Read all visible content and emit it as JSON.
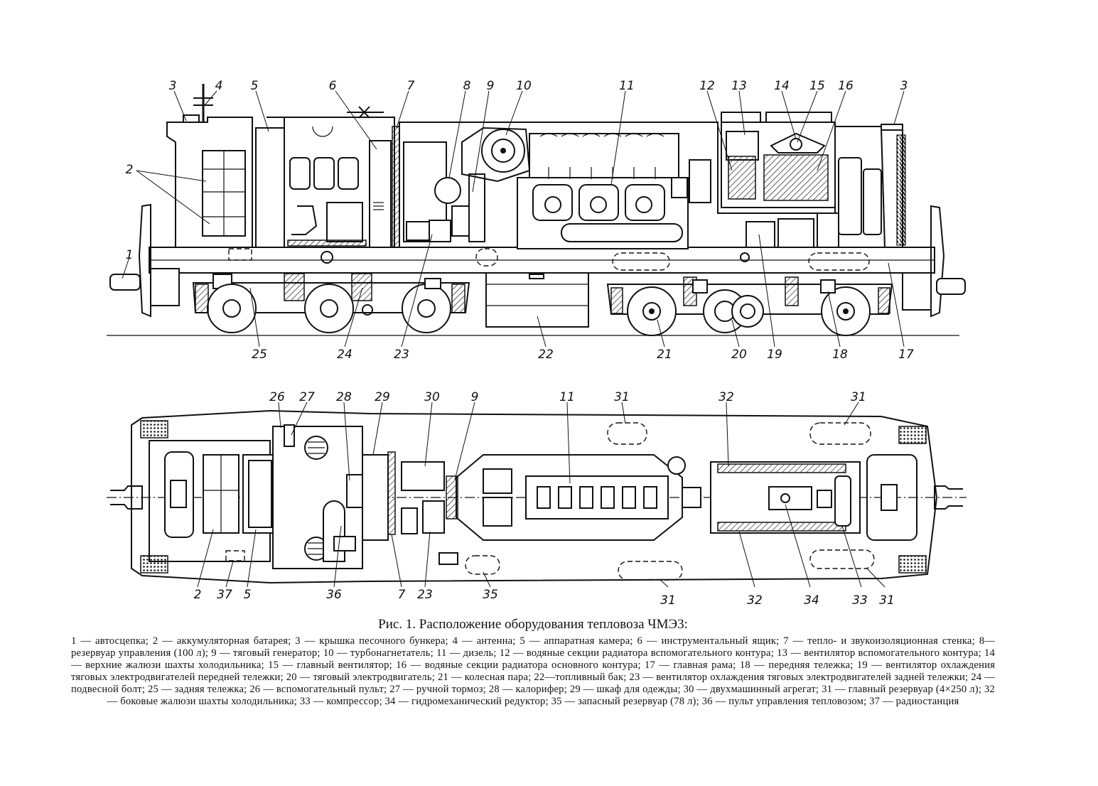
{
  "caption": {
    "title": "Рис. 1. Расположение оборудования тепловоза ЧМЭ3:",
    "text": "1 — автосцепка; 2 — аккумуляторная батарея; 3 — крышка песочного бункера; 4 — антенна; 5 — аппаратная камера; 6 — инструментальный ящик; 7 — тепло- и звукоизоляционная стенка; 8—резервуар управления (100 л); 9 — тяговый генератор; 10 — турбонагнетатель; 11 — дизель; 12 — водяные секции радиатора вспомогательного контура; 13 — вентилятор вспомогательного контура; 14 — верхние жалюзи шахты холодильника; 15 — главный вентилятор; 16 — водяные секции радиатора основного контура; 17 — главная рама; 18 — передняя тележка; 19 — вентилятор охлаждения тяговых электродвигателей передней тележки; 20 — тяговый электродвигатель; 21 — колесная пара; 22—топливный бак; 23 — вентилятор охлаждения тяговых электродвигателей задней тележки; 24 — подвесной болт; 25 — задняя тележка; 26 — вспомогательный пульт; 27 — ручной тормоз; 28 — калорифер; 29 — шкаф для одежды; 30 — двухмашинный агрегат; 31 — главный резервуар (4×250 л); 32 — боковые жалюзи шахты холодильника; 33 — компрессор; 34 — гидромеханический редуктор; 35 — запасный резервуар (78 л); 36 — пульт управления тепловозом; 37 — радиостанция"
  },
  "side_view_callouts": [
    {
      "id": "sv-3a",
      "label": "3"
    },
    {
      "id": "sv-4",
      "label": "4"
    },
    {
      "id": "sv-5",
      "label": "5"
    },
    {
      "id": "sv-6",
      "label": "6"
    },
    {
      "id": "sv-7",
      "label": "7"
    },
    {
      "id": "sv-8",
      "label": "8"
    },
    {
      "id": "sv-9",
      "label": "9"
    },
    {
      "id": "sv-10",
      "label": "10"
    },
    {
      "id": "sv-11",
      "label": "11"
    },
    {
      "id": "sv-12",
      "label": "12"
    },
    {
      "id": "sv-13",
      "label": "13"
    },
    {
      "id": "sv-14",
      "label": "14"
    },
    {
      "id": "sv-15",
      "label": "15"
    },
    {
      "id": "sv-16",
      "label": "16"
    },
    {
      "id": "sv-3b",
      "label": "3"
    },
    {
      "id": "sv-2",
      "label": "2"
    },
    {
      "id": "sv-1",
      "label": "1"
    },
    {
      "id": "sv-25",
      "label": "25"
    },
    {
      "id": "sv-24",
      "label": "24"
    },
    {
      "id": "sv-23",
      "label": "23"
    },
    {
      "id": "sv-22",
      "label": "22"
    },
    {
      "id": "sv-21",
      "label": "21"
    },
    {
      "id": "sv-20",
      "label": "20"
    },
    {
      "id": "sv-19",
      "label": "19"
    },
    {
      "id": "sv-18",
      "label": "18"
    },
    {
      "id": "sv-17",
      "label": "17"
    }
  ],
  "plan_view_callouts": [
    {
      "id": "pv-26",
      "label": "26"
    },
    {
      "id": "pv-27",
      "label": "27"
    },
    {
      "id": "pv-28",
      "label": "28"
    },
    {
      "id": "pv-29",
      "label": "29"
    },
    {
      "id": "pv-30",
      "label": "30"
    },
    {
      "id": "pv-9",
      "label": "9"
    },
    {
      "id": "pv-11",
      "label": "11"
    },
    {
      "id": "pv-31a",
      "label": "31"
    },
    {
      "id": "pv-32a",
      "label": "32"
    },
    {
      "id": "pv-31b",
      "label": "31"
    },
    {
      "id": "pv-2",
      "label": "2"
    },
    {
      "id": "pv-37",
      "label": "37"
    },
    {
      "id": "pv-5",
      "label": "5"
    },
    {
      "id": "pv-36",
      "label": "36"
    },
    {
      "id": "pv-7",
      "label": "7"
    },
    {
      "id": "pv-23",
      "label": "23"
    },
    {
      "id": "pv-35",
      "label": "35"
    },
    {
      "id": "pv-31c",
      "label": "31"
    },
    {
      "id": "pv-32b",
      "label": "32"
    },
    {
      "id": "pv-34",
      "label": "34"
    },
    {
      "id": "pv-33",
      "label": "33"
    },
    {
      "id": "pv-31d",
      "label": "31"
    }
  ]
}
